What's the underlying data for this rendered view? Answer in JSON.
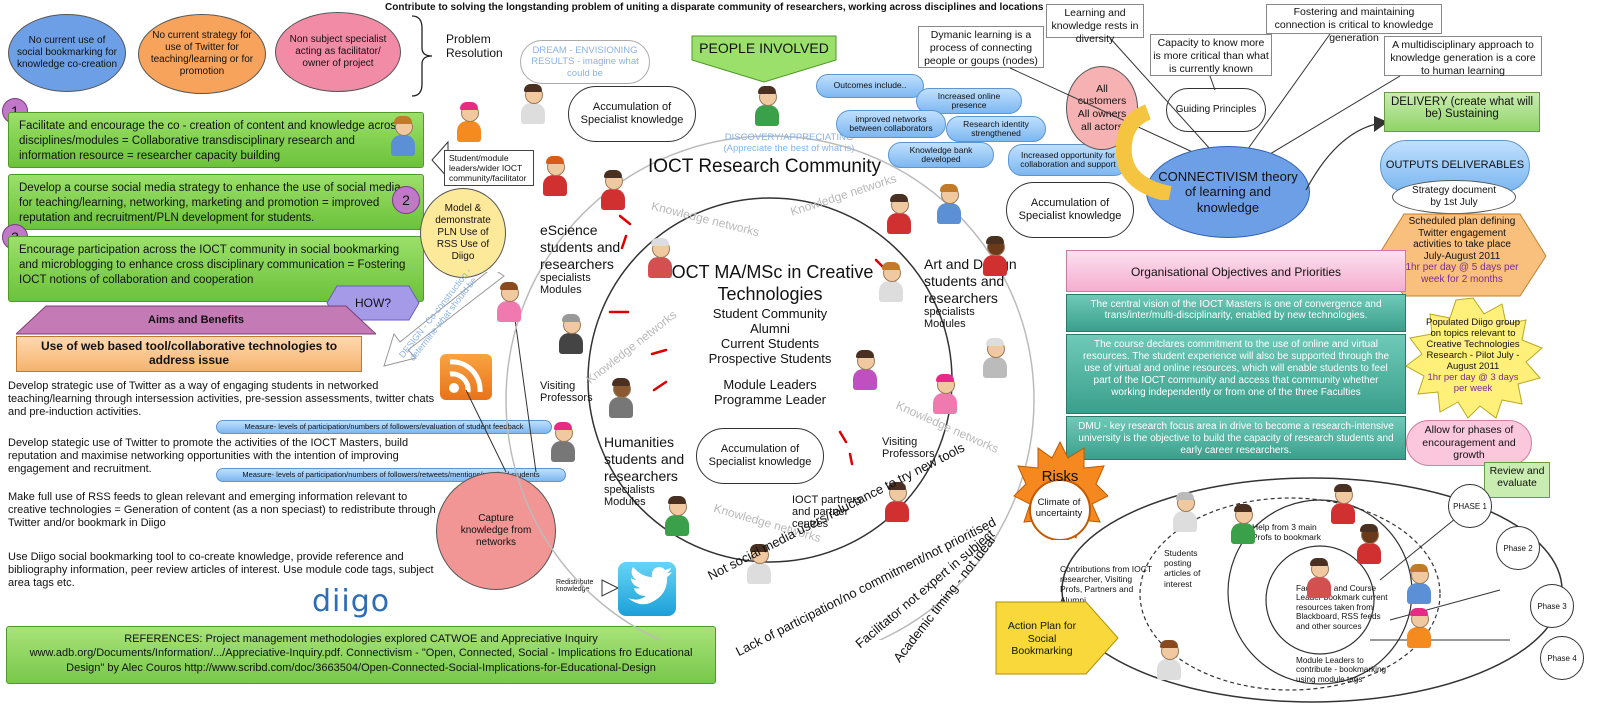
{
  "header": {
    "title": "Contribute to solving the longstanding problem of uniting a disparate community of researchers, working across disciplines and locations"
  },
  "problem_ellipses": [
    {
      "text": "No current use of social bookmarking for knowledge co-creation",
      "color": "#6d9fe6"
    },
    {
      "text": "No current strategy for use of Twitter for teaching/learning or for promotion",
      "color": "#f7a35c"
    },
    {
      "text": "Non subject specialist acting as facilitator/ owner of project",
      "color": "#f28ca6"
    }
  ],
  "problem_resolution": "Problem Resolution",
  "dream_cloud": "DREAM - ENVISIONING RESULTS - imagine what could be",
  "people_involved": "PEOPLE INVOLVED",
  "aims": [
    {
      "num": "1",
      "text": "Facilitate and encourage the co - creation of content and knowledge across disciplines/modules = Collaborative transdisciplinary research and information resource = researcher capacity building"
    },
    {
      "num": "2",
      "text": "Develop a course social media strategy to enhance the use of social media for teaching/learning, networking, marketing and promotion = improved reputation and recruitment/PLN development for students."
    },
    {
      "num": "3",
      "text": "Encourage participation across the IOCT community in social bookmarking and microblogging to enhance cross disciplinary communication = Fostering IOCT notions of collaboration and cooperation"
    }
  ],
  "student_module_leaders": "Student/module leaders/wider IOCT community/facilitator",
  "model_demonstrate": "Model & demonstrate PLN Use of RSS Use of Diigo",
  "how": "HOW?",
  "aims_benefits": "Aims and Benefits",
  "use_of_web": "Use of web based tool/collaborative technologies to address issue",
  "strategies": [
    "Develop strategic use of Twitter as a way of engaging students in networked teaching/learning through intersession activities, pre-session assessments, twitter chats and pre-induction activities.",
    "Develop stategic use of Twitter to promote the activities of the IOCT Masters, build reputation and maximise networking opportunities with the intention of improving engagement and recruitment.",
    "Make full use of RSS feeds to glean relevant and emerging information relevant to creative technologies = Generation of content (as a non speciast) to redistribute through Twitter and/or bookmark in Diigo",
    "Use Diigo social bookmarking tool to co-create knowledge, provide reference and bibliography information, peer review articles of interest. Use module code tags, subject area tags etc."
  ],
  "measures": [
    "Measure- levels of participation/numbers of followers/evaluation of student feedback",
    "Measure- levels of participation/numbers of followers/retweets/mentions/recuited students"
  ],
  "capture": "Capture knowledge from networks",
  "redistribute": "Redistribute knowledge",
  "diigo_logo": "diigo",
  "references": "REFERENCES: Project management methodologies explored CATWOE and Appreciative Inquiry www.adb.org/Documents/Information/.../Appreciative-Inquiry.pdf. Connectivism - \"Open, Connected, Social - Implications fro Educational Design\" by Alec Couros http://www.scribd.com/doc/3663504/Open-Connected-Social-Implications-for-Educational-Design",
  "community": {
    "title": "IOCT Research Community",
    "inner_title": "IOCT MA/MSc in Creative Technologies",
    "members": [
      "Student Community",
      "Alumni",
      "Current Students",
      "Prospective Students"
    ],
    "leaders": [
      "Module Leaders",
      "Programme Leader"
    ],
    "accumulation": "Accumulation of Specialist knowledge",
    "discovery": "DISCOVERY/APPRECIATING (Appreciate the best of what is)",
    "design": "DESIGN - Co-construction - determine what should be",
    "knowledge_networks": "Knowledge networks",
    "groups": [
      {
        "title": "eScience students and researchers",
        "sub": "specialists Modules"
      },
      {
        "title": "Art and Design students and researchers",
        "sub": "specialists Modules"
      },
      {
        "title": "Humanities students and researchers",
        "sub": "specialists Modules"
      }
    ],
    "visiting": "Visiting Professors",
    "partners": "IOCT partners and partner centres"
  },
  "outcomes": [
    "Outcomes include..",
    "Increased online presence",
    "improved networks between collaborators",
    "Research identity strengthened",
    "Knowledge bank developed",
    "Increased opportunity for collaboration and support"
  ],
  "connectivism": {
    "title": "CONNECTIVISM theory of learning and knowledge",
    "principles": "Guiding Principles",
    "boxes": [
      "Dymanic learning is a process of connecting people or goups (nodes)",
      "Learning and knowledge rests in diversity",
      "Capacity to know more is more critical than what is currently known",
      "Fostering and maintaining connection is critical to knowledge generation",
      "A multidisciplinary approach to knowledge generation is a core to human learning"
    ],
    "customers": "All customers All owners all actors"
  },
  "delivery": {
    "title": "DELIVERY (create what will be) Sustaining",
    "outputs": "OUTPUTS DELIVERABLES",
    "strategy_doc": "Strategy document by 1st July",
    "scheduled": "Scheduled plan defining Twitter engagement activities to take place July-August 2011",
    "scheduled_red": "1hr per day @ 5 days per week for 2 months",
    "populated": "Populated Diigo group on topics relevant to Creative Technologies Research - Pilot July - August 2011",
    "populated_red": "1hr per day @ 3 days per week",
    "allow": "Allow for phases of encouragement and growth",
    "review": "Review and evaluate"
  },
  "org": {
    "title": "Organisational Objectives and Priorities",
    "items": [
      "The central vision of the IOCT Masters is one of convergence and trans/inter/multi-disciplinarity, enabled by new technologies.",
      "The course declares commitment to the use of online and virtual resources. The student experience will also be supported through the use of virtual and online resources, which will enable students to feel part of the IOCT community and access that community whether working independently or from one of the three Faculties",
      "DMU - key research focus area in drive to become a research-intensive university is the objective to build the capacity of research students and early career researchers."
    ]
  },
  "risks": {
    "title": "Risks",
    "climate": "Climate of uncertainty",
    "items": [
      "Not social media users/reluctance to try new tools",
      "Lack of participation/no commitment/not prioritised",
      "Facilitator not expert in subject",
      "Academic timing - not ideal"
    ]
  },
  "action_plan": "Action Plan for Social Bookmarking",
  "phases_diagram": {
    "contributions": "Contributions from IOCT researcher, Visiting Profs, Partners and Alumni",
    "students_posting": "Students posting articles of interest",
    "help": "Help from 3 main Profs to bookmark",
    "facilitator": "Facilitator and Course Leader bookmark current resources taken from Blackboard, RSS feeds and other sources",
    "module_leaders": "Module Leaders to contribute - bookmarking using module tags",
    "phases": [
      "PHASE 1",
      "Phase 2",
      "Phase 3",
      "Phase 4"
    ]
  }
}
